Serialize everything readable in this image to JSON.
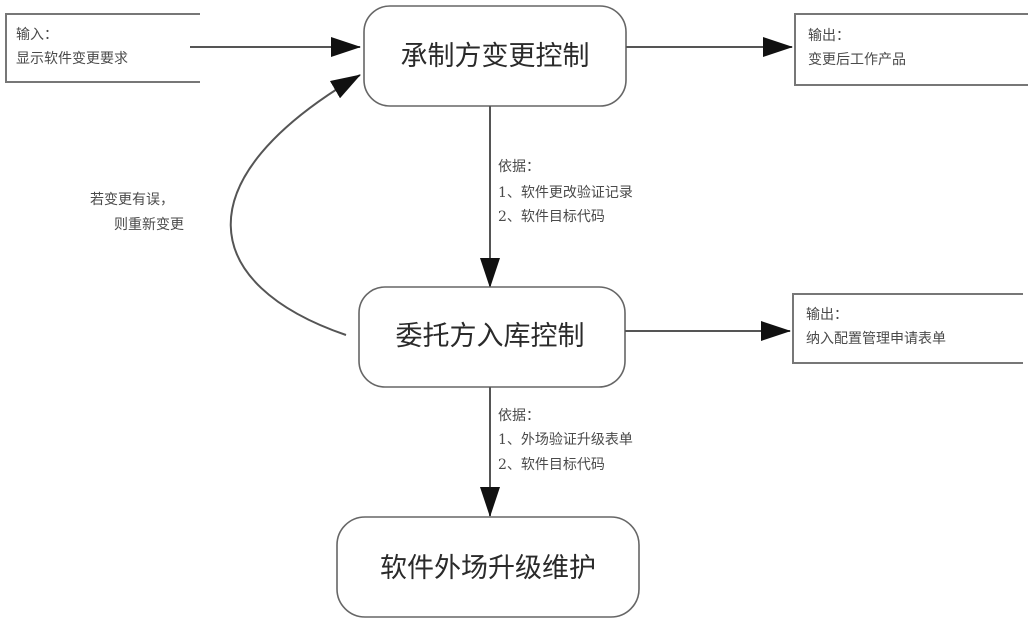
{
  "nodes": {
    "contractor_change_control": "承制方变更控制",
    "client_storage_control": "委托方入库控制",
    "field_upgrade_maintenance": "软件外场升级维护"
  },
  "input_box": {
    "title": "输入：",
    "text": "显示软件变更要求"
  },
  "output_box_1": {
    "title": "输出：",
    "text": "变更后工作产品"
  },
  "output_box_2": {
    "title": "输出：",
    "text": "纳入配置管理申请表单"
  },
  "basis_1": {
    "title": "依据：",
    "items": [
      "1、软件更改验证记录",
      "2、软件目标代码"
    ]
  },
  "basis_2": {
    "title": "依据：",
    "items": [
      "1、外场验证升级表单",
      "2、软件目标代码"
    ]
  },
  "feedback_label": {
    "line1": "若变更有误，",
    "line2": "则重新变更"
  }
}
